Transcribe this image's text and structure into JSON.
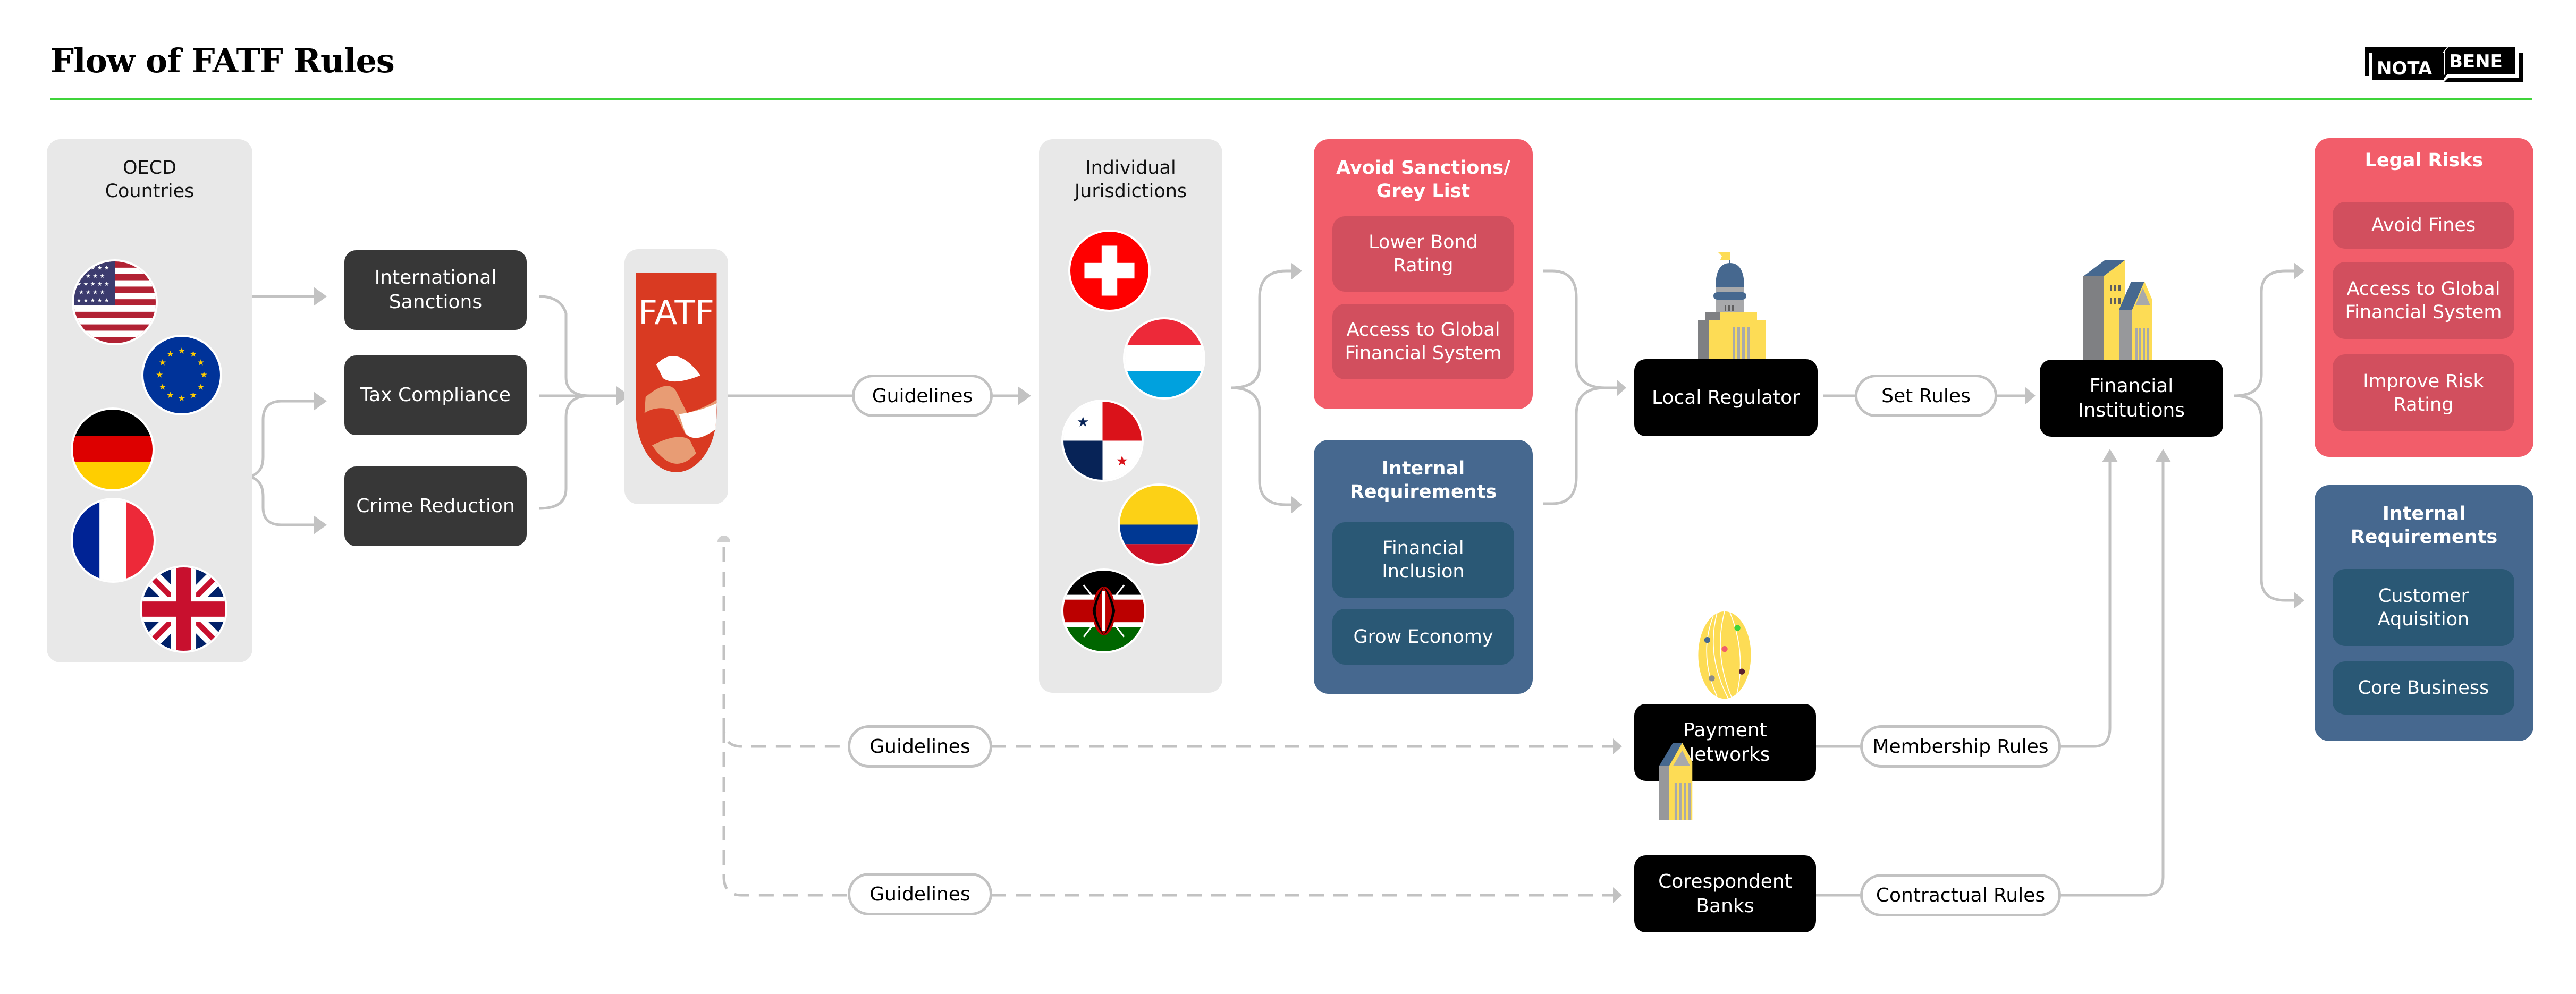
{
  "header": {
    "title": "Flow of FATF Rules",
    "logo_left": "NOTA",
    "logo_right": "BENE",
    "accent_color": "#3fd43a"
  },
  "oecd": {
    "title": "OECD\nCountries",
    "flags": [
      "united-states-flag",
      "european-union-flag",
      "germany-flag",
      "france-flag",
      "united-kingdom-flag"
    ]
  },
  "drivers": [
    {
      "label": "International\nSanctions"
    },
    {
      "label": "Tax Compliance"
    },
    {
      "label": "Crime Reduction"
    }
  ],
  "fatf": {
    "label": "FATF",
    "color": "#d93a22"
  },
  "edges": {
    "guidelines_top": "Guidelines",
    "guidelines_middle": "Guidelines",
    "guidelines_bottom": "Guidelines",
    "set_rules": "Set Rules",
    "membership_rules": "Membership Rules",
    "contractual_rules": "Contractual Rules"
  },
  "jurisdictions": {
    "title": "Individual\nJurisdictions",
    "flags": [
      "switzerland-flag",
      "luxembourg-flag",
      "panama-flag",
      "colombia-flag",
      "kenya-flag"
    ]
  },
  "jurisdiction_motives": {
    "sanctions": {
      "title": "Avoid Sanctions/\nGrey List",
      "items": [
        "Lower Bond\nRating",
        "Access to Global\nFinancial System"
      ],
      "color": "#f25d6a"
    },
    "internal": {
      "title": "Internal\nRequirements",
      "items": [
        "Financial\nInclusion",
        "Grow Economy"
      ],
      "color": "#46688f"
    }
  },
  "entities": {
    "local_regulator": "Local Regulator",
    "financial_institutions": "Financial\nInstitutions",
    "payment_networks": "Payment\nNetworks",
    "correspondent_banks": "Corespondent\nBanks"
  },
  "institution_motives": {
    "legal": {
      "title": "Legal Risks",
      "items": [
        "Avoid Fines",
        "Access to Global\nFinancial System",
        "Improve Risk\nRating"
      ]
    },
    "internal": {
      "title": "Internal\nRequirements",
      "items": [
        "Customer\nAquisition",
        "Core Business"
      ]
    }
  }
}
